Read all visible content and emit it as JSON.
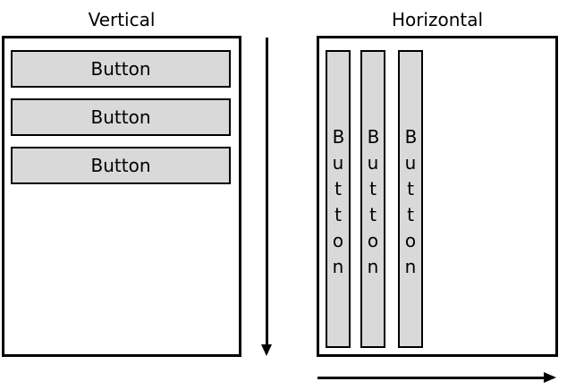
{
  "diagram": {
    "vertical": {
      "title": "Vertical",
      "buttons": [
        "Button",
        "Button",
        "Button"
      ]
    },
    "horizontal": {
      "title": "Horizontal",
      "buttons": [
        "Button",
        "Button",
        "Button"
      ]
    }
  },
  "colors": {
    "button_fill": "#d9d9d9",
    "stroke": "#000000",
    "background": "#ffffff"
  }
}
